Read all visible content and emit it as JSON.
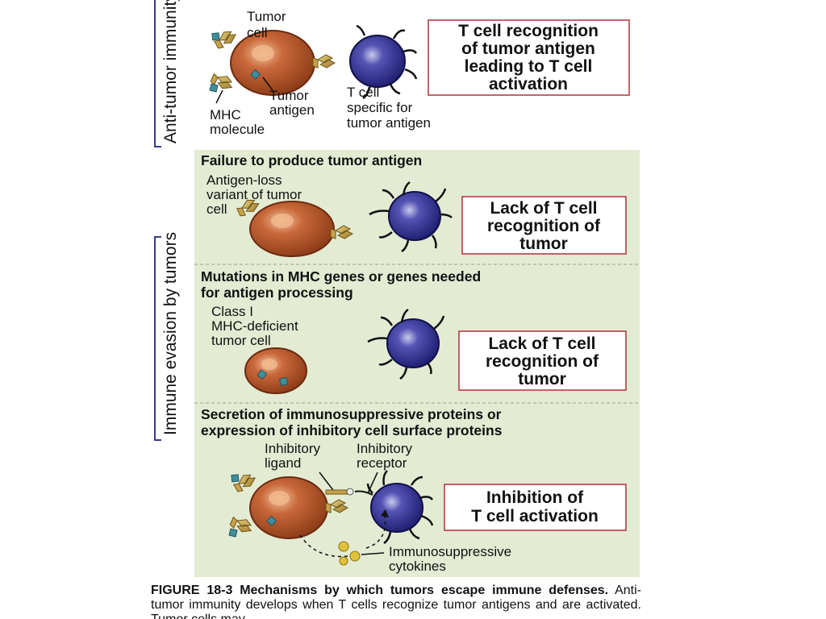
{
  "side_labels": {
    "top": "Anti-tumor immunity",
    "bottom": "Immune evasion by tumors"
  },
  "panel1": {
    "tumor_cell": [
      "Tumor",
      "cell"
    ],
    "tumor_antigen": [
      "Tumor",
      "antigen"
    ],
    "mhc": [
      "MHC",
      "molecule"
    ],
    "t_cell": [
      "T cell",
      "specific for",
      "tumor antigen"
    ],
    "box": [
      "T cell recognition",
      "of tumor antigen",
      "leading to T cell",
      "activation"
    ]
  },
  "panel2": {
    "heading": "Failure to produce tumor antigen",
    "cell_label": [
      "Antigen-loss",
      "variant of tumor",
      "cell"
    ],
    "box": [
      "Lack of T cell",
      "recognition of",
      "tumor"
    ]
  },
  "panel3": {
    "heading": [
      "Mutations in MHC genes or genes needed",
      "for antigen processing"
    ],
    "cell_label": [
      "Class I",
      "MHC-deficient",
      "tumor cell"
    ],
    "box": [
      "Lack of T cell",
      "recognition of",
      "tumor"
    ]
  },
  "panel4": {
    "heading": [
      "Secretion of immunosuppressive proteins or",
      "expression of inhibitory cell surface proteins"
    ],
    "ligand": [
      "Inhibitory",
      "ligand"
    ],
    "receptor": [
      "Inhibitory",
      "receptor"
    ],
    "cytokines": [
      "Immunosuppressive",
      "cytokines"
    ],
    "box": [
      "Inhibition of",
      "T cell activation"
    ]
  },
  "caption": {
    "figure": "FIGURE 18-3 Mechanisms by which tumors escape immune defenses.",
    "text": "Anti-tumor immunity develops when T cells recognize tumor antigens and are activated. Tumor cells may"
  },
  "colors": {
    "panel_bg": "#e3ebd3",
    "box_border": "#b0313b",
    "tumor_cell": "#b65a2a",
    "t_cell": "#2d2d8e",
    "receptor": "#c8a24a",
    "antigen": "#3f8e9b"
  }
}
